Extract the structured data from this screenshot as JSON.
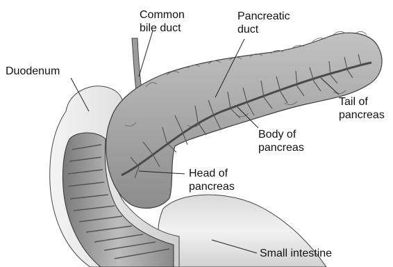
{
  "labels": {
    "common_bile_duct": "Common\nbile duct",
    "pancreatic_duct": "Pancreatic\nduct",
    "duodenum": "Duodenum",
    "tail": "Tail of\npancreas",
    "body": "Body of\npancreas",
    "head": "Head of\npancreas",
    "small_intestine": "Small intestine"
  }
}
